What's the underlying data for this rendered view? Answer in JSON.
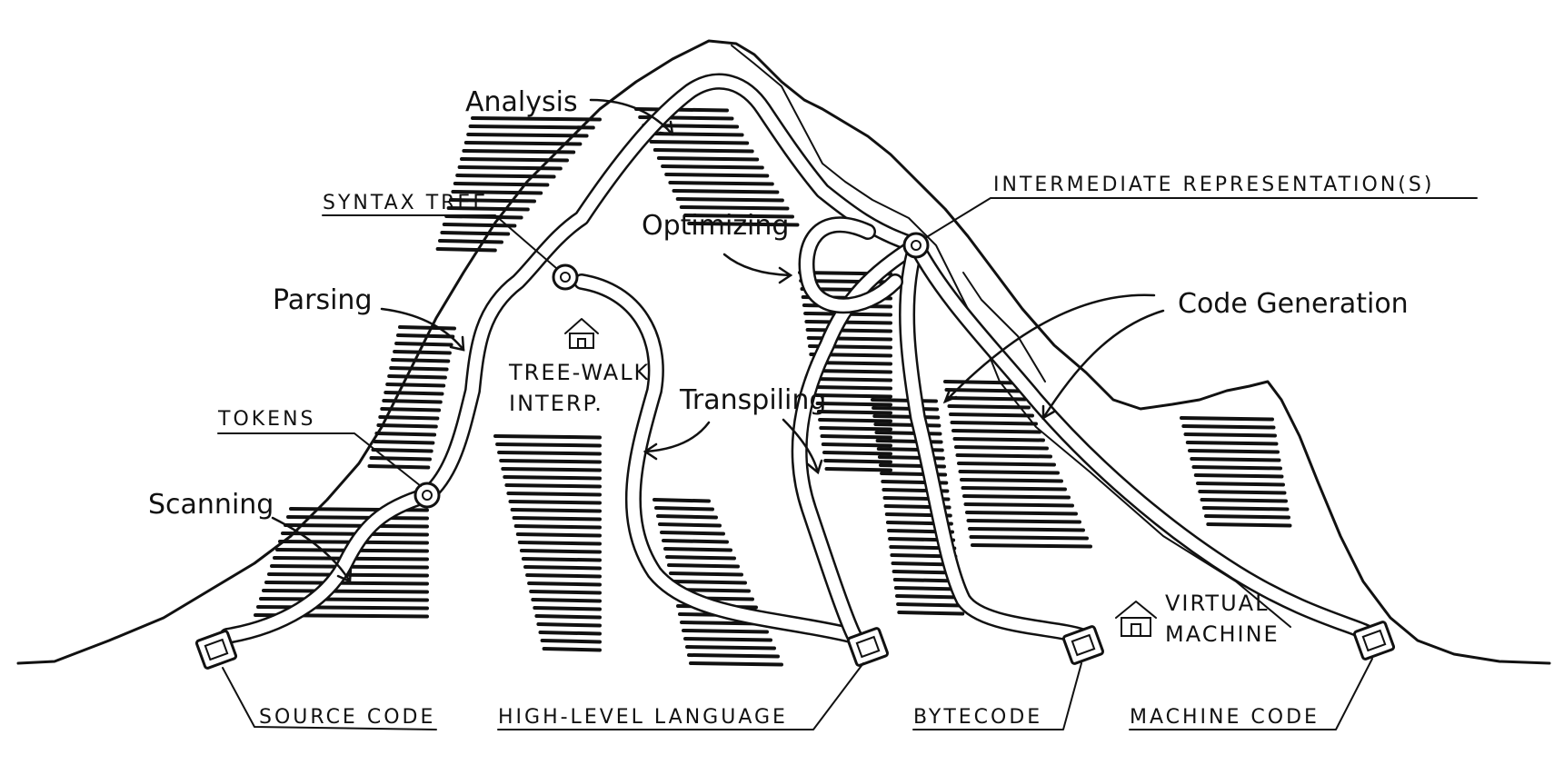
{
  "stages": {
    "analysis": "Analysis",
    "optimizing": "Optimizing",
    "parsing": "Parsing",
    "scanning": "Scanning",
    "transpiling": "Transpiling",
    "code_generation": "Code Generation"
  },
  "waypoints": {
    "syntax_tree": "SYNTAX TREE",
    "tokens": "TOKENS",
    "intermediate_representation": "INTERMEDIATE REPRESENTATION(S)"
  },
  "endpoints": {
    "source_code": "SOURCE CODE",
    "high_level_language": "HIGH-LEVEL LANGUAGE",
    "bytecode": "BYTECODE",
    "machine_code": "MACHINE CODE"
  },
  "houses": {
    "tree_walk_line1": "TREE-WALK",
    "tree_walk_line2": "INTERP.",
    "virtual_machine_line1": "VIRTUAL",
    "virtual_machine_line2": "MACHINE"
  }
}
